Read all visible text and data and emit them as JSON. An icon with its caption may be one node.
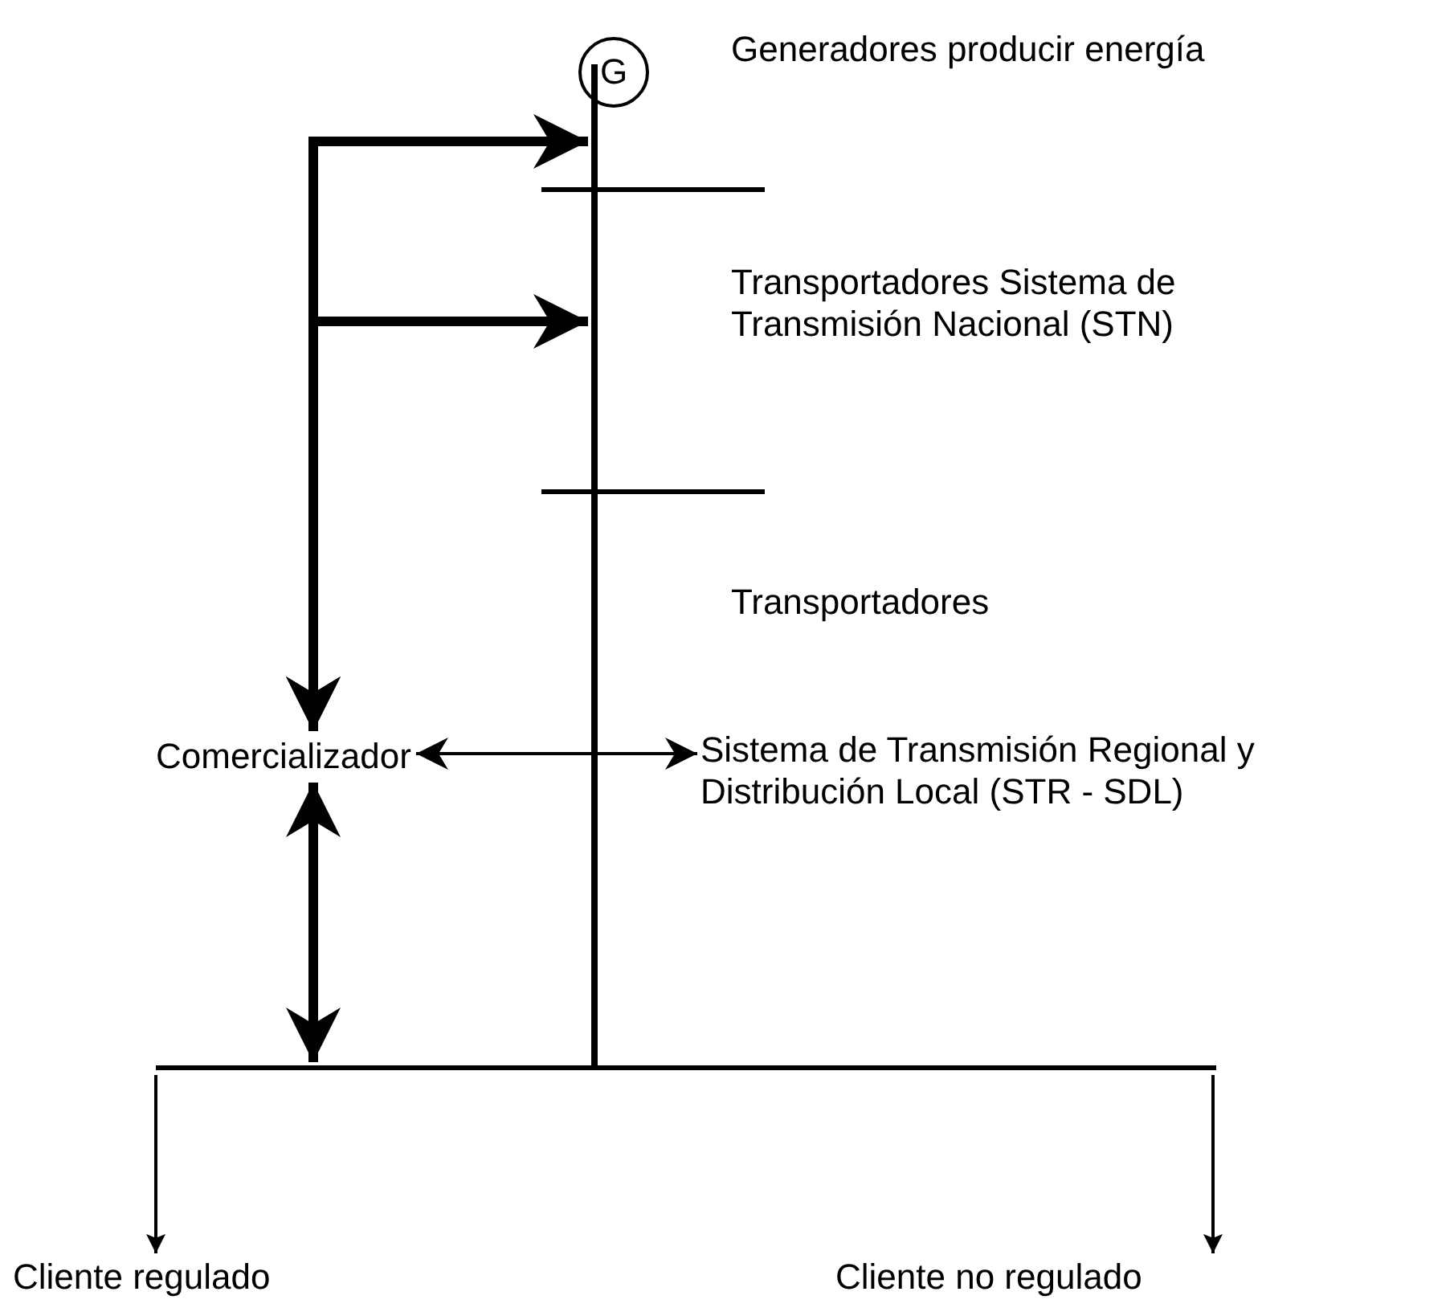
{
  "diagram": {
    "nodes": [
      {
        "text": [
          "G"
        ]
      },
      {
        "text": [],
        "shape": "bar"
      },
      {
        "text": [
          "Comercializador"
        ]
      },
      {
        "text": [
          "Sistema de Transmisión Regional y Distribución Local (STR - SDL)"
        ]
      },
      {
        "text": [],
        "shape": "bar"
      },
      {
        "text": [
          "Cliente regulado"
        ]
      },
      {
        "text": [
          "Cliente no regulado"
        ]
      }
    ],
    "edges": [
      {
        "from": 2,
        "to": 1,
        "arrow": "both",
        "style": "thick"
      },
      {
        "from": 2,
        "to": 1,
        "arrow": "both",
        "style": "thick"
      },
      {
        "from": 2,
        "to": 3,
        "arrow": "both"
      },
      {
        "from": 2,
        "to": 4,
        "arrow": "both",
        "style": "thick"
      },
      {
        "from": 4,
        "to": 5,
        "arrow": "to"
      },
      {
        "from": 4,
        "to": 6,
        "arrow": "to"
      }
    ],
    "labels": [
      "Generadores producir energía",
      "Transportadores Sistema de Transmisión Nacional (STN)",
      "Transportadores"
    ]
  }
}
